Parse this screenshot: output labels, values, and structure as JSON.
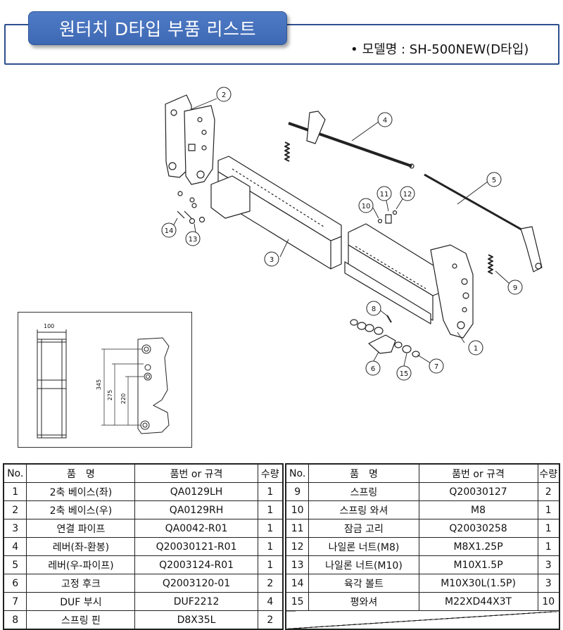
{
  "header": {
    "title": "원터치 D타입 부품 리스트",
    "model_bullet": "•",
    "model": "모델명 : SH-500NEW(D타입)"
  },
  "callouts": [
    "1",
    "2",
    "3",
    "4",
    "5",
    "6",
    "7",
    "8",
    "9",
    "10",
    "11",
    "12",
    "13",
    "14",
    "15"
  ],
  "dimensions": {
    "width": "100",
    "height_total": "345",
    "height_mid": "275",
    "height_low": "220"
  },
  "table": {
    "headers": [
      "No.",
      "품　명",
      "품번 or 규격",
      "수량"
    ],
    "left_rows": [
      {
        "no": "1",
        "name": "2축 베이스(좌)",
        "code": "QA0129LH",
        "qty": "1"
      },
      {
        "no": "2",
        "name": "2축 베이스(우)",
        "code": "QA0129RH",
        "qty": "1"
      },
      {
        "no": "3",
        "name": "연결 파이프",
        "code": "QA0042-R01",
        "qty": "1"
      },
      {
        "no": "4",
        "name": "레버(좌-환봉)",
        "code": "Q20030121-R01",
        "qty": "1"
      },
      {
        "no": "5",
        "name": "레버(우-파이프)",
        "code": "Q2003124-R01",
        "qty": "1"
      },
      {
        "no": "6",
        "name": "고정 후크",
        "code": "Q2003120-01",
        "qty": "2"
      },
      {
        "no": "7",
        "name": "DUF 부시",
        "code": "DUF2212",
        "qty": "4"
      },
      {
        "no": "8",
        "name": "스프링 핀",
        "code": "D8X35L",
        "qty": "2"
      }
    ],
    "right_rows": [
      {
        "no": "9",
        "name": "스프링",
        "code": "Q20030127",
        "qty": "2"
      },
      {
        "no": "10",
        "name": "스프링 와셔",
        "code": "M8",
        "qty": "1"
      },
      {
        "no": "11",
        "name": "잠금 고리",
        "code": "Q20030258",
        "qty": "1"
      },
      {
        "no": "12",
        "name": "나일론 너트(M8)",
        "code": "M8X1.25P",
        "qty": "1"
      },
      {
        "no": "13",
        "name": "나일론 너트(M10)",
        "code": "M10X1.5P",
        "qty": "3"
      },
      {
        "no": "14",
        "name": "육각 볼트",
        "code": "M10X30L(1.5P)",
        "qty": "3"
      },
      {
        "no": "15",
        "name": "평와셔",
        "code": "M22XD44X3T",
        "qty": "10"
      }
    ]
  }
}
